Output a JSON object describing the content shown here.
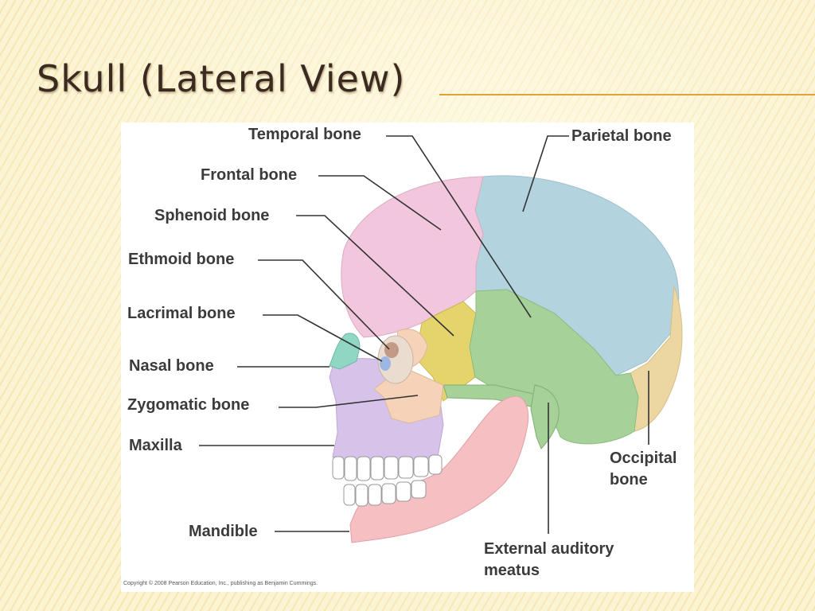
{
  "slide": {
    "title": "Skull (Lateral View)"
  },
  "figure": {
    "labels": {
      "temporal": "Temporal bone",
      "parietal": "Parietal bone",
      "frontal": "Frontal bone",
      "sphenoid": "Sphenoid bone",
      "ethmoid": "Ethmoid bone",
      "lacrimal": "Lacrimal bone",
      "nasal": "Nasal bone",
      "zygomatic": "Zygomatic bone",
      "maxilla": "Maxilla",
      "mandible": "Mandible",
      "occipital_1": "Occipital",
      "occipital_2": "bone",
      "ear_1": "External auditory",
      "ear_2": "meatus"
    },
    "copyright": "Copyright © 2008 Pearson Education, Inc., publishing as Benjamin Cummings.",
    "colors": {
      "frontal": "#f2c6dc",
      "parietal": "#b3d3df",
      "temporal": "#a6d29a",
      "occipital": "#ecd7a2",
      "sphenoid": "#e4d46b",
      "zygomatic": "#f6d3b8",
      "maxilla": "#d7c2ea",
      "mandible": "#f6bfc2",
      "nasal": "#8fd7c3",
      "ethmoid": "#c39a86",
      "lacrimal": "#9db7e2"
    }
  }
}
